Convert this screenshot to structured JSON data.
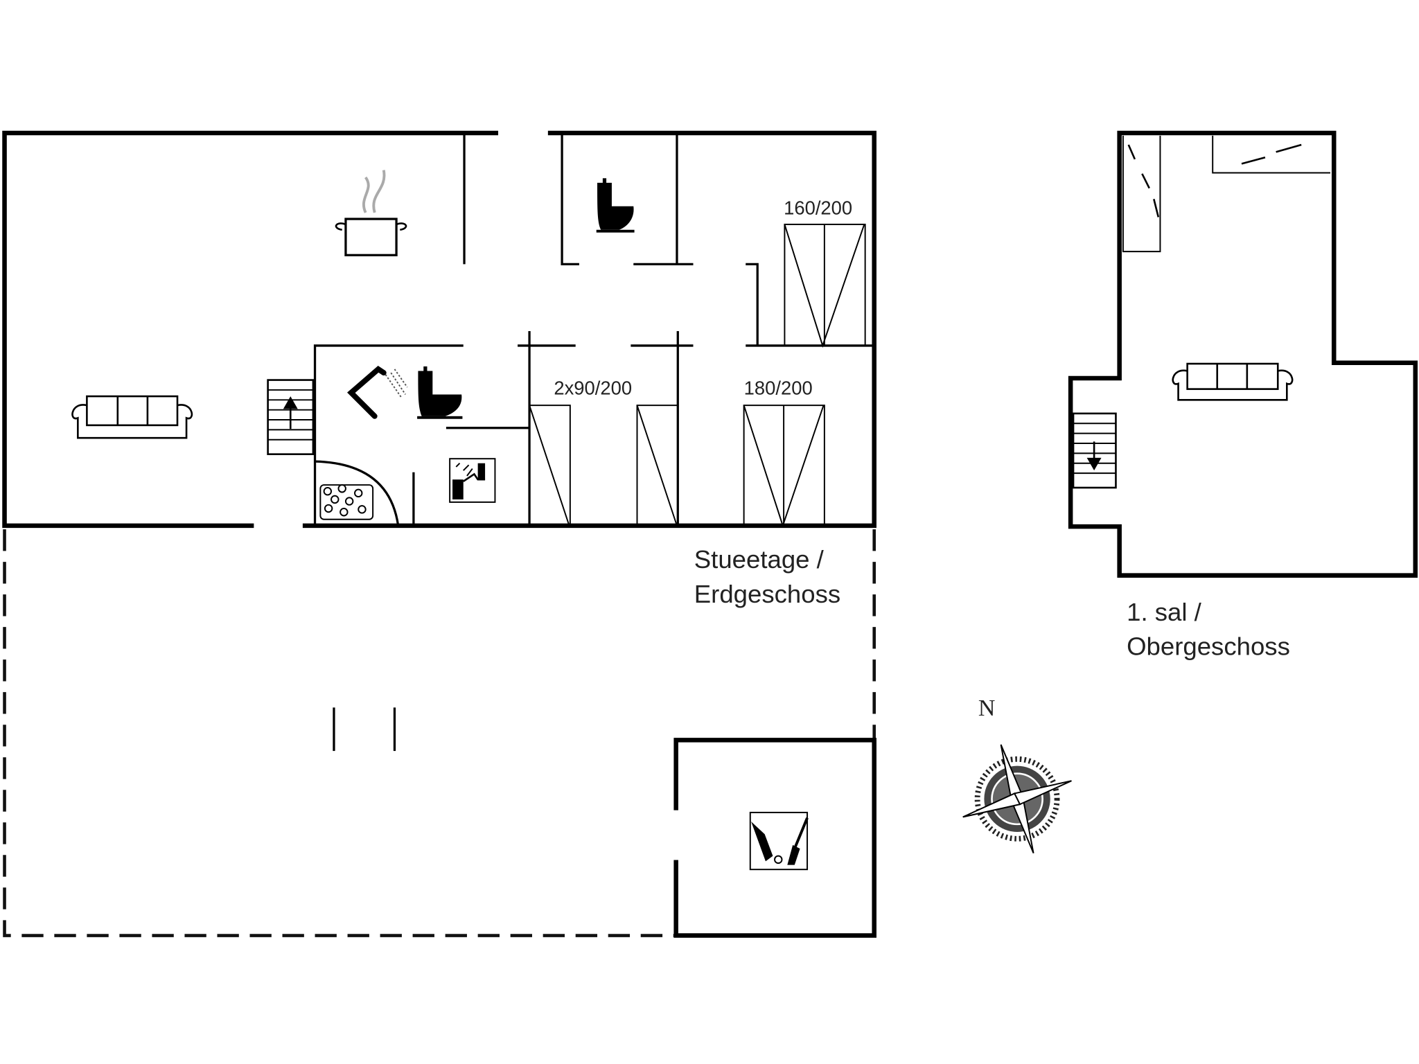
{
  "floors": {
    "ground": {
      "label_line1": "Stueetage /",
      "label_line2": "Erdgeschoss"
    },
    "upper": {
      "label_line1": "1. sal /",
      "label_line2": "Obergeschoss"
    }
  },
  "beds": [
    {
      "id": "bed-1",
      "label": "160/200"
    },
    {
      "id": "bed-2",
      "label": "2x90/200"
    },
    {
      "id": "bed-3",
      "label": "180/200"
    }
  ],
  "compass": {
    "north_label": "N"
  },
  "icons": [
    "cooking-pot-icon",
    "sofa-icon",
    "toilet-icon",
    "shower-icon",
    "sauna-stones-icon",
    "washing-machine-icon",
    "cleaning-utility-icon",
    "stairs-up-icon",
    "stairs-down-icon",
    "compass-rose-icon"
  ],
  "colors": {
    "wall": "#000000",
    "background": "#ffffff",
    "steam": "#aaaaaa"
  }
}
